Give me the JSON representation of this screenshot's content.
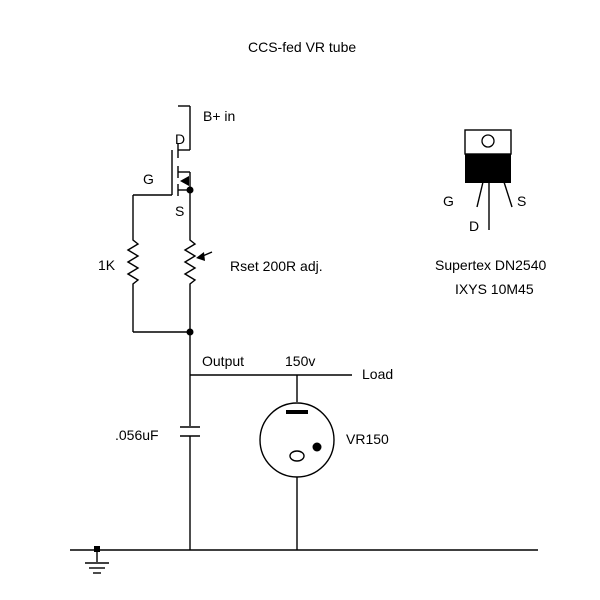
{
  "title": "CCS-fed VR tube",
  "labels": {
    "b_plus_in": "B+ in",
    "drain": "D",
    "gate": "G",
    "source": "S",
    "r1k": "1K",
    "rset": "Rset 200R adj.",
    "output": "Output",
    "voltage": "150v",
    "load": "Load",
    "cap": ".056uF",
    "vr_tube": "VR150"
  },
  "package": {
    "gate": "G",
    "source": "S",
    "drain": "D",
    "part1": "Supertex DN2540",
    "part2": "IXYS 10M45"
  },
  "colors": {
    "ink": "#000000",
    "background": "#ffffff"
  }
}
